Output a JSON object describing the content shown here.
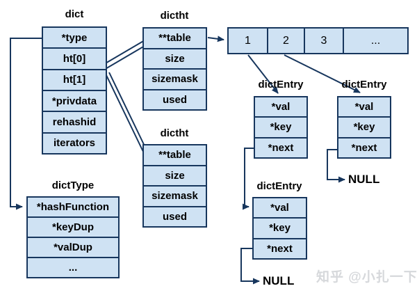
{
  "tables": {
    "dict": {
      "title": "dict",
      "rows": [
        "*type",
        "ht[0]",
        "ht[1]",
        "*privdata",
        "rehashid",
        "iterators"
      ]
    },
    "dictht_top": {
      "title": "dictht",
      "rows": [
        "**table",
        "size",
        "sizemask",
        "used"
      ]
    },
    "dictht_bottom": {
      "title": "dictht",
      "rows": [
        "**table",
        "size",
        "sizemask",
        "used"
      ]
    },
    "dict_type": {
      "title": "dictType",
      "rows": [
        "*hashFunction",
        "*keyDup",
        "*valDup",
        "..."
      ]
    },
    "dict_entry_1": {
      "title": "dictEntry",
      "rows": [
        "*val",
        "*key",
        "*next"
      ]
    },
    "dict_entry_2": {
      "title": "dictEntry",
      "rows": [
        "*val",
        "*key",
        "*next"
      ]
    },
    "dict_entry_3": {
      "title": "dictEntry",
      "rows": [
        "*val",
        "*key",
        "*next"
      ]
    }
  },
  "bucket_array": {
    "cells": [
      "1",
      "2",
      "3",
      "..."
    ]
  },
  "labels": {
    "null_after_entry_2": "NULL",
    "null_after_entry_3": "NULL"
  },
  "watermark": "知乎 @小扎一下",
  "colors": {
    "box_fill": "#cfe2f3",
    "line": "#17365d",
    "text": "#000000",
    "watermark": "#d6d8db"
  }
}
